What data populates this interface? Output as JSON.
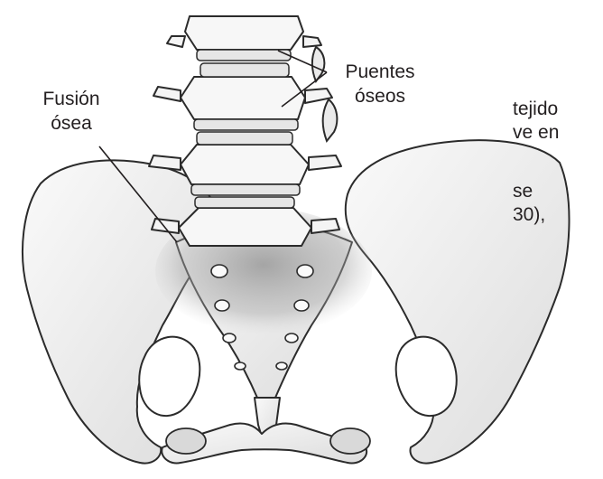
{
  "labels": {
    "bone_bridges": [
      "Puentes",
      "óseos"
    ],
    "bone_fusion": [
      "Fusión",
      "ósea"
    ]
  },
  "side_text": [
    "tejido",
    "ve en",
    "se",
    "30),"
  ],
  "colors": {
    "bone_fill": "#f1f1f1",
    "outline": "#2b2b2b",
    "fusion_shade": "#9a9a9a",
    "text": "#231f20"
  }
}
